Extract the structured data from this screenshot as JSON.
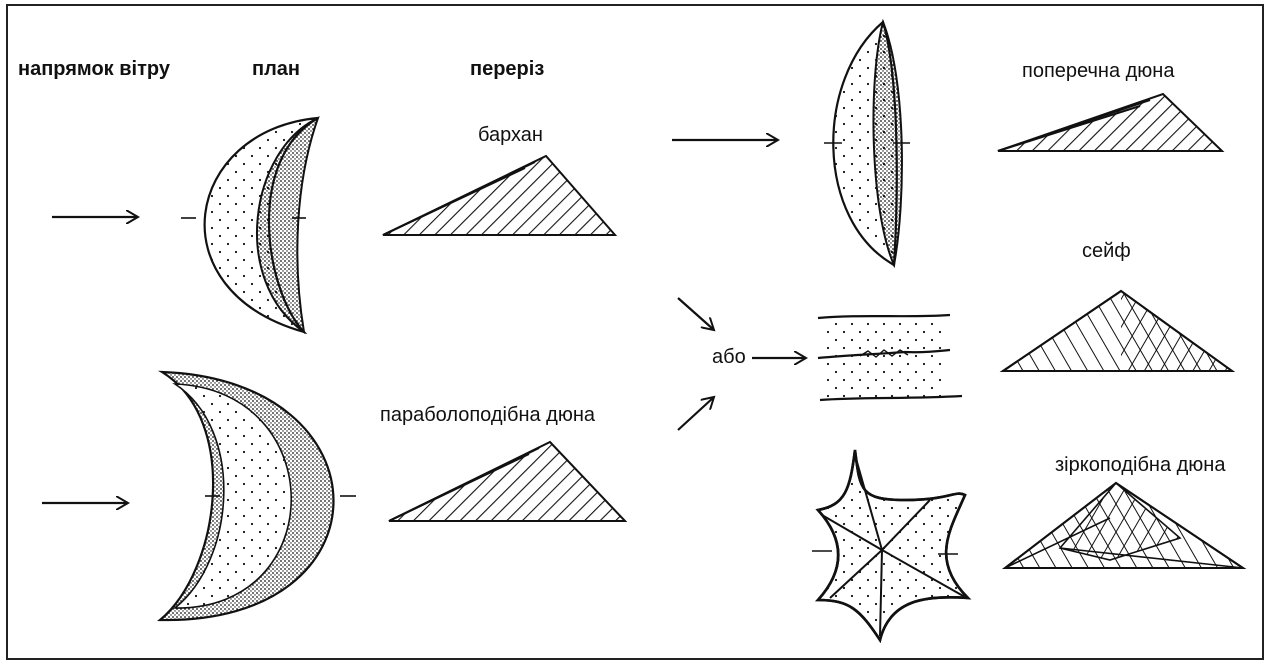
{
  "headers": {
    "wind_direction": "напрямок вітру",
    "plan": "план",
    "section": "переріз"
  },
  "dunes": {
    "barchan": "бархан",
    "parabolic": "параболоподібна дюна",
    "transverse": "поперечна дюна",
    "seif": "сейф",
    "star": "зіркоподібна  дюна"
  },
  "connector": "або",
  "colors": {
    "line": "#111111",
    "background": "#ffffff"
  }
}
